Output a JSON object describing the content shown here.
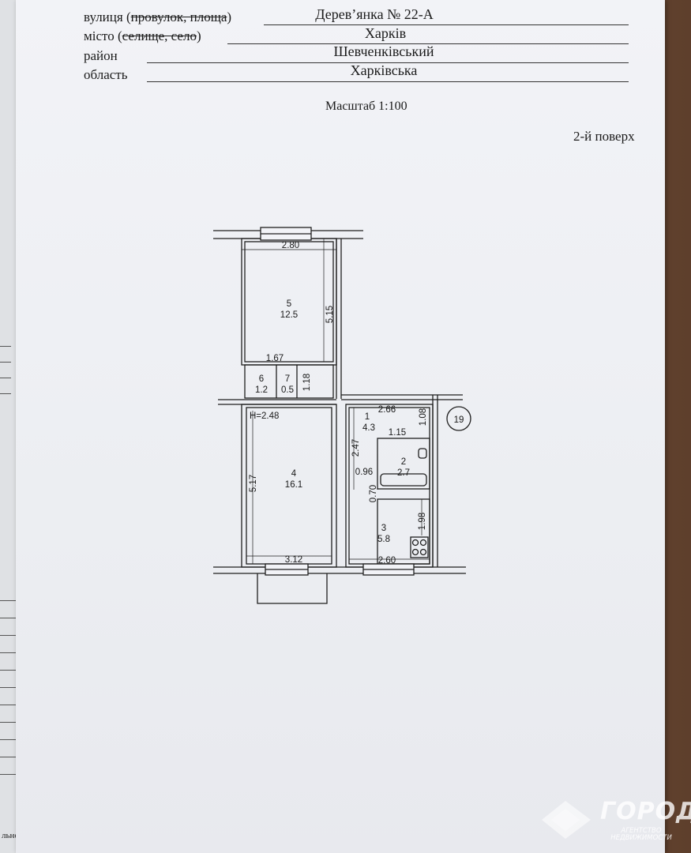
{
  "header": {
    "street_label": "вулиця",
    "street_label_paren_open": "(",
    "street_label_strike1": "провулок, площа",
    "street_label_paren_close": ")",
    "street_value": "Дерев’янка № 22-А",
    "city_label": "місто",
    "city_label_paren_open": "(",
    "city_label_strike": "селище, село",
    "city_label_paren_close": ")",
    "city_value": "Харків",
    "district_label": "район",
    "district_value": "Шевченківський",
    "region_label": "область",
    "region_value": "Харківська"
  },
  "scale": "Масштаб 1:100",
  "floor": "2-й поверх",
  "plan": {
    "apartment_number": "19",
    "ceiling_height": "Н=2.48",
    "rooms": [
      {
        "id": "5",
        "area": "12.5"
      },
      {
        "id": "6",
        "area": "1.2"
      },
      {
        "id": "7",
        "area": "0.5"
      },
      {
        "id": "4",
        "area": "16.1"
      },
      {
        "id": "1",
        "area": "4.3"
      },
      {
        "id": "2",
        "area": "2.7"
      },
      {
        "id": "3",
        "area": "5.8"
      }
    ],
    "dimensions": {
      "d_2_80": "2.80",
      "d_5_15": "5.15",
      "d_1_67": "1.67",
      "d_1_18": "1.18",
      "d_5_17": "5.17",
      "d_3_12": "3.12",
      "d_2_66": "2.66",
      "d_1_08": "1.08",
      "d_2_47": "2.47",
      "d_1_15": "1.15",
      "d_0_96": "0.96",
      "d_0_70": "0.70",
      "d_1_98": "1.98",
      "d_2_60": "2.60"
    }
  },
  "side_sheet_text": "льно",
  "watermark": {
    "name": "ГОРОД",
    "subtitle": "АГЕНТСТВО НЕДВИЖИМОСТИ"
  }
}
